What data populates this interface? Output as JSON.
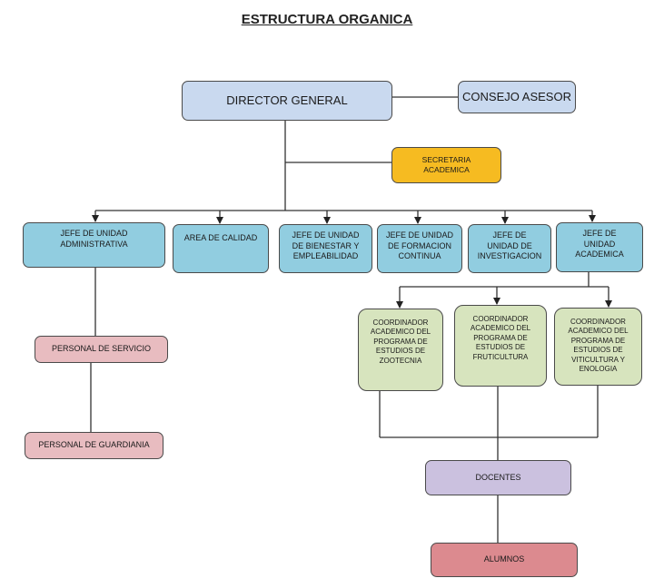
{
  "title": "ESTRUCTURA ORGANICA",
  "nodes": {
    "director": "DIRECTOR GENERAL",
    "consejo": "CONSEJO ASESOR",
    "secretaria": "SECRETARIA\nACADEMICA",
    "jefe_admin": "JEFE DE UNIDAD\nADMINISTRATIVA",
    "calidad": "AREA DE CALIDAD",
    "bienestar": "JEFE DE UNIDAD\nDE BIENESTAR Y\nEMPLEABILIDAD",
    "formacion": "JEFE DE UNIDAD\nDE FORMACION\nCONTINUA",
    "investigacion": "JEFE DE\nUNIDAD DE\nINVESTIGACION",
    "academica": "JEFE DE\nUNIDAD\nACADEMICA",
    "servicio": "PERSONAL DE SERVICIO",
    "guardiania": "PERSONAL DE GUARDIANIA",
    "coord_zoo": "COORDINADOR\nACADEMICO DEL\nPROGRAMA DE\nESTUDIOS DE\nZOOTECNIA",
    "coord_fruti": "COORDINADOR\nACADEMICO DEL\nPROGRAMA DE\nESTUDIOS DE\nFRUTICULTURA",
    "coord_viti": "COORDINADOR\nACADEMICO DEL\nPROGRAMA DE\nESTUDIOS DE\nVITICULTURA Y\nENOLOGIA",
    "docentes": "DOCENTES",
    "alumnos": "ALUMNOS"
  },
  "colors": {
    "director": "#c9d9ef",
    "units": "#91cde0",
    "secretaria": "#f6bb21",
    "personal": "#e8bcc0",
    "coordinadores": "#d7e4be",
    "docentes": "#cbc1df",
    "alumnos": "#dc8a8f"
  }
}
